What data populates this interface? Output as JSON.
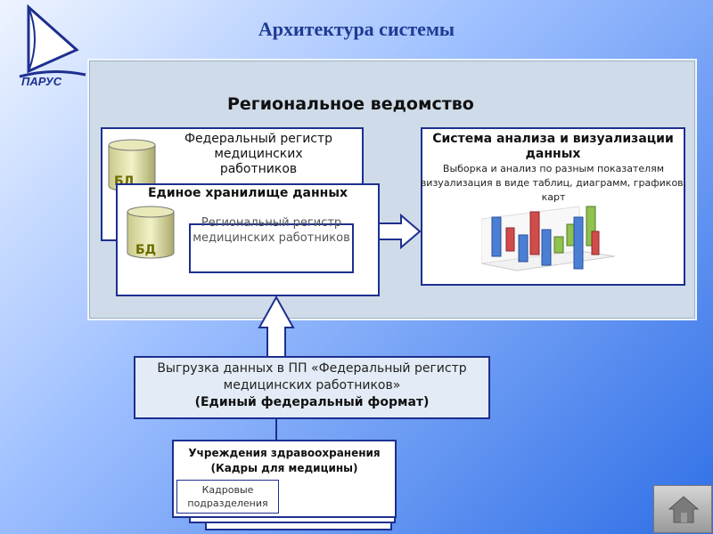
{
  "title": "Архитектура системы",
  "org_title": "Региональное ведомство здравоохранения",
  "federal_register": {
    "title": "Федеральный регистр медицинских работников",
    "db_label": "БД"
  },
  "unified_storage": {
    "title": "Единое хранилище данных",
    "db_label": "БД",
    "regional_register": "Региональный регистр медицинских работников"
  },
  "analysis": {
    "title": "Система анализа и визуализации данных",
    "description": "Выборка и анализ по разным показателям визуализация в виде таблиц, диаграмм, графиков, карт"
  },
  "export": {
    "line1": "Выгрузка данных в ПП «Федеральный регистр медицинских работников»",
    "line2": "(Единый федеральный формат)"
  },
  "institutions": {
    "title": "Учреждения здравоохранения (Кадры для медицины)",
    "hr_departments": "Кадровые подразделения"
  },
  "colors": {
    "accent": "#1d2f8f",
    "title": "#1f3a93",
    "db_text": "#6b6b00"
  },
  "icons": {
    "logo": "parus-logo-icon",
    "home": "home-icon",
    "database": "database-icon",
    "chart": "bar-chart-icon"
  }
}
